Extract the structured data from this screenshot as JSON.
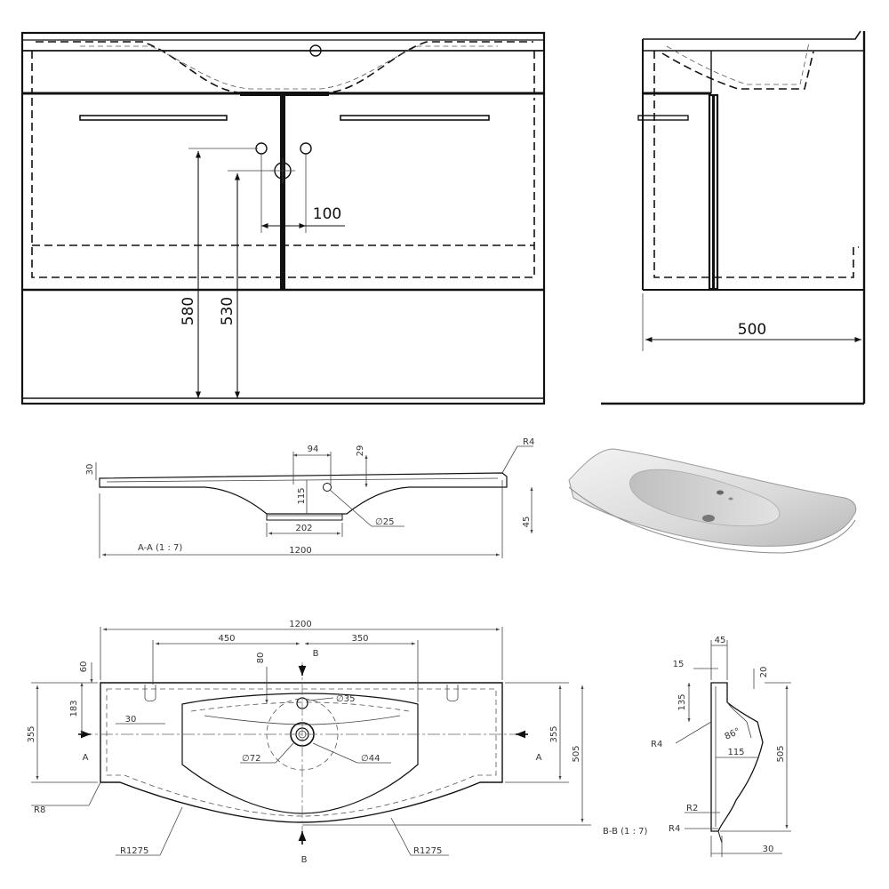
{
  "front_view": {
    "dim_height_580": "580",
    "dim_height_530": "530",
    "dim_spacing_100": "100"
  },
  "side_view": {
    "dim_depth_500": "500"
  },
  "section_aa": {
    "dim_94": "94",
    "dim_29": "29",
    "dim_30": "30",
    "dim_115": "115",
    "dim_hole_25": "∅25",
    "dim_202": "202",
    "dim_45": "45",
    "dim_r4": "R4",
    "dim_width_1200": "1200",
    "label": "A-A  (1 : 7)"
  },
  "plan_view": {
    "dim_width_1200": "1200",
    "dim_450": "450",
    "dim_350": "350",
    "dim_80": "80",
    "dim_60": "60",
    "dim_183": "183",
    "dim_30": "30",
    "dim_355_left": "355",
    "dim_355_right": "355",
    "dim_505": "505",
    "dim_hole_35": "∅35",
    "dim_72": "∅72",
    "dim_44": "∅44",
    "dim_r8": "R8",
    "dim_r1275_left": "R1275",
    "dim_r1275_right": "R1275",
    "section_a_left": "A",
    "section_a_right": "A",
    "section_b_top": "B",
    "section_b_bottom": "B"
  },
  "section_bb": {
    "dim_45": "45",
    "dim_15": "15",
    "dim_20": "20",
    "dim_135": "135",
    "dim_r4_top": "R4",
    "dim_86": "86°",
    "dim_115": "115",
    "dim_505": "505",
    "dim_r2": "R2",
    "dim_r4_bottom": "R4",
    "dim_30": "30",
    "label": "B-B  (1 : 7)"
  }
}
